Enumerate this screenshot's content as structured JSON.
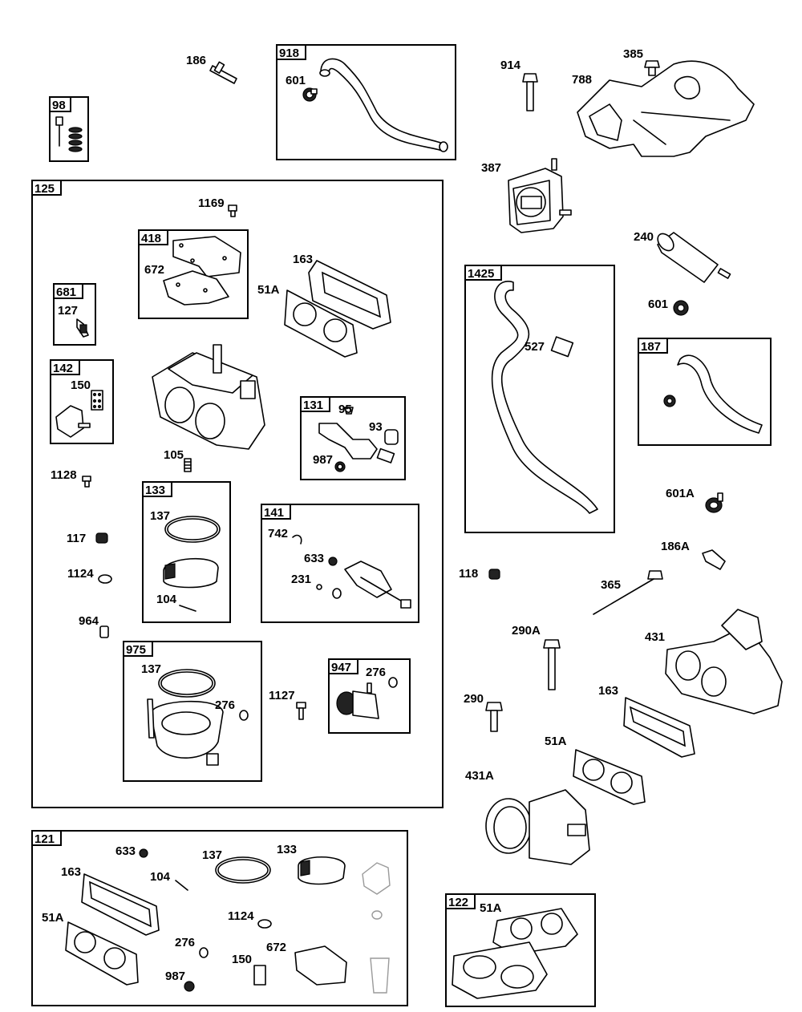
{
  "boxes": [
    {
      "id": "98"
    },
    {
      "id": "918"
    },
    {
      "id": "125"
    },
    {
      "id": "418"
    },
    {
      "id": "681"
    },
    {
      "id": "142"
    },
    {
      "id": "131"
    },
    {
      "id": "133"
    },
    {
      "id": "141"
    },
    {
      "id": "975"
    },
    {
      "id": "947"
    },
    {
      "id": "1425"
    },
    {
      "id": "187"
    },
    {
      "id": "121"
    },
    {
      "id": "122"
    }
  ],
  "labels": {
    "p186": "186",
    "p601_918": "601",
    "p914": "914",
    "p385": "385",
    "p788": "788",
    "p387": "387",
    "p1169": "1169",
    "p672": "672",
    "p163": "163",
    "p51a": "51A",
    "p127": "127",
    "p150": "150",
    "p95": "95",
    "p93": "93",
    "p987": "987",
    "p105": "105",
    "p1128": "1128",
    "p137_133": "137",
    "p104": "104",
    "p742": "742",
    "p633": "633",
    "p231": "231",
    "p117": "117",
    "p1124": "1124",
    "p964": "964",
    "p137_975": "137",
    "p276_975": "276",
    "p1127": "1127",
    "p276_947": "276",
    "p240": "240",
    "p601": "601",
    "p527": "527",
    "p601a": "601A",
    "p186a": "186A",
    "p118": "118",
    "p365": "365",
    "p290a": "290A",
    "p431": "431",
    "p163b": "163",
    "p290": "290",
    "p51a_b": "51A",
    "p431a": "431A",
    "k633": "633",
    "k163": "163",
    "k104": "104",
    "k137": "137",
    "k133": "133",
    "k51a": "51A",
    "k1124": "1124",
    "k276": "276",
    "k150": "150",
    "k672": "672",
    "k987": "987",
    "g51a": "51A"
  }
}
